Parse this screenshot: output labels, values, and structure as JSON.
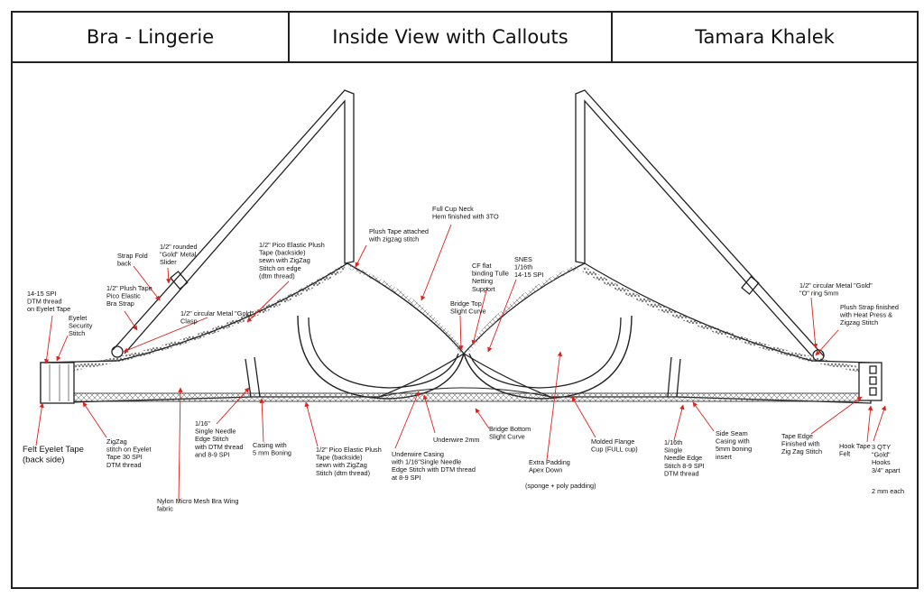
{
  "header": {
    "left_title": "Bra - Lingerie",
    "center_title": "Inside View with Callouts",
    "right_title": "Tamara Khalek"
  },
  "callouts": {
    "spi_eyelet": [
      "14-15 SPI",
      "DTM thread",
      "on Eyelet Tape"
    ],
    "eyelet_security": [
      "Eyelet",
      "Security",
      "Stitch"
    ],
    "felt_eyelet": [
      "Felt Eyelet Tape",
      "(back side)"
    ],
    "zigzag_eyelet": [
      "ZigZag",
      "stitch on Eyelet",
      "Tape 30 SPI",
      "DTM thread"
    ],
    "nylon_mesh": [
      "Nylon Micro Mesh Bra Wing",
      "fabric"
    ],
    "plush_tape_strap": [
      "1/2\" Plush Tape",
      "Pico Elastic",
      "Bra Strap"
    ],
    "strap_fold": [
      "Strap Fold",
      "back"
    ],
    "slider": [
      "1/2\" rounded",
      "\"Gold\" Metal",
      "Slider"
    ],
    "clasp": [
      "1/2\" circular Metal \"Gold\"",
      "Clasp"
    ],
    "pico_top": [
      "1/2\" Pico Elastic Plush",
      "Tape (backside)",
      "sewn with ZigZag",
      "Stitch on edge",
      "(dtm thread)"
    ],
    "plush_neck": [
      "Plush Tape attached",
      "with zigzag stitch"
    ],
    "full_cup_neck": [
      "Full Cup Neck",
      "Hem finished with 3TO"
    ],
    "cf_binding": [
      "CF flat",
      "binding Tulle",
      "Netting",
      "Support"
    ],
    "snes": [
      "SNES",
      "1/16th",
      "14-15 SPI"
    ],
    "bridge_top": [
      "Bridge Top",
      "Slight Curve"
    ],
    "single_needle_left": [
      "1/16\"",
      "Single Needle",
      "Edge Stitch",
      "with DTM thread",
      "and 8-9 SPI"
    ],
    "casing_left": [
      "Casing with",
      "5 mm Boning"
    ],
    "pico_bottom": [
      "1/2\" Pico Elastic Plush",
      "Tape (backside)",
      "sewn with ZigZag",
      "Stitch (dtm thread)"
    ],
    "underwire_casing": [
      "Underwire Casing",
      "with 1/16\"Single Needle",
      "Edge Stitch with DTM thread",
      "at 8-9 SPI"
    ],
    "underwire": [
      "Underwire 2mm"
    ],
    "bridge_bottom": [
      "Bridge Bottom",
      "Slight Curve"
    ],
    "extra_padding": [
      "Extra Padding",
      "Apex Down"
    ],
    "padding_note": "(sponge + poly padding)",
    "molded_flange": [
      "Molded Flange",
      "Cup (FULL cup)"
    ],
    "single_needle_right": [
      "1/16th",
      "Single",
      "Needle Edge",
      "Stitch 8-9 SPI",
      "DTM thread"
    ],
    "side_seam": [
      "Side Seam",
      "Casing with",
      "5mm boning",
      "insert"
    ],
    "tape_edge": [
      "Tape Edge",
      "Finished with",
      "Zig Zag Stitch"
    ],
    "hook_tape": [
      "Hook Tape",
      "Felt"
    ],
    "hooks": [
      "3 QTY",
      "\"Gold\"",
      "Hooks",
      "3/4\" apart"
    ],
    "hooks_size": "2 mm each",
    "o_ring": [
      "1/2\" circular Metal \"Gold\"",
      "\"O\" ring 5mm"
    ],
    "plush_strap_right": [
      "Plush Strap finished",
      "with Heat Press &",
      "Zigzag Stitch"
    ]
  },
  "colors": {
    "arrow": "#e0201b",
    "line": "#222222",
    "paper": "#ffffff"
  }
}
